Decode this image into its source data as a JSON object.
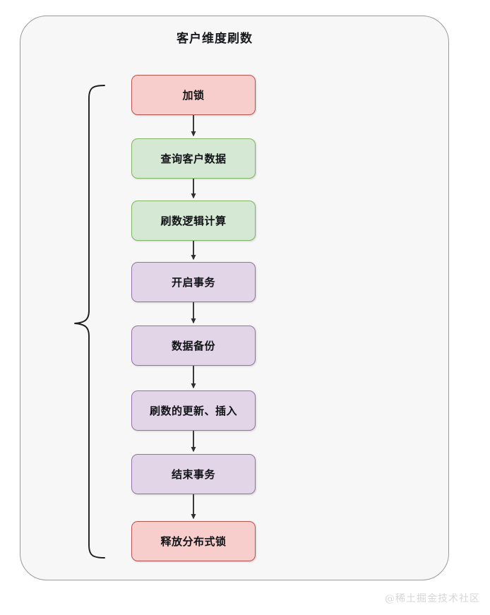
{
  "diagram": {
    "title": "客户维度刷数",
    "watermark": "@稀土掘金技术社区",
    "bracket_label": "",
    "colors": {
      "red_fill": "#f8cecc",
      "red_stroke": "#b85450",
      "green_fill": "#d5e8d4",
      "green_stroke": "#82b366",
      "purple_fill": "#e1d5e7",
      "purple_stroke": "#9673a6",
      "container_fill": "#f7f7f7",
      "container_stroke": "#9a9a9a",
      "arrow": "#3b3b3b",
      "watermark": "#d6d6d6"
    },
    "nodes": [
      {
        "id": "n0",
        "label": "加锁",
        "color": "red"
      },
      {
        "id": "n1",
        "label": "查询客户数据",
        "color": "green"
      },
      {
        "id": "n2",
        "label": "刷数逻辑计算",
        "color": "green"
      },
      {
        "id": "n3",
        "label": "开启事务",
        "color": "purple"
      },
      {
        "id": "n4",
        "label": "数据备份",
        "color": "purple"
      },
      {
        "id": "n5",
        "label": "刷数的更新、插入",
        "color": "purple"
      },
      {
        "id": "n6",
        "label": "结束事务",
        "color": "purple"
      },
      {
        "id": "n7",
        "label": "释放分布式锁",
        "color": "red"
      }
    ],
    "edges": [
      {
        "from": "加锁",
        "to": "查询客户数据"
      },
      {
        "from": "查询客户数据",
        "to": "刷数逻辑计算"
      },
      {
        "from": "刷数逻辑计算",
        "to": "开启事务"
      },
      {
        "from": "开启事务",
        "to": "数据备份"
      },
      {
        "from": "数据备份",
        "to": "刷数的更新、插入"
      },
      {
        "from": "刷数的更新、插入",
        "to": "结束事务"
      },
      {
        "from": "结束事务",
        "to": "释放分布式锁"
      }
    ]
  }
}
